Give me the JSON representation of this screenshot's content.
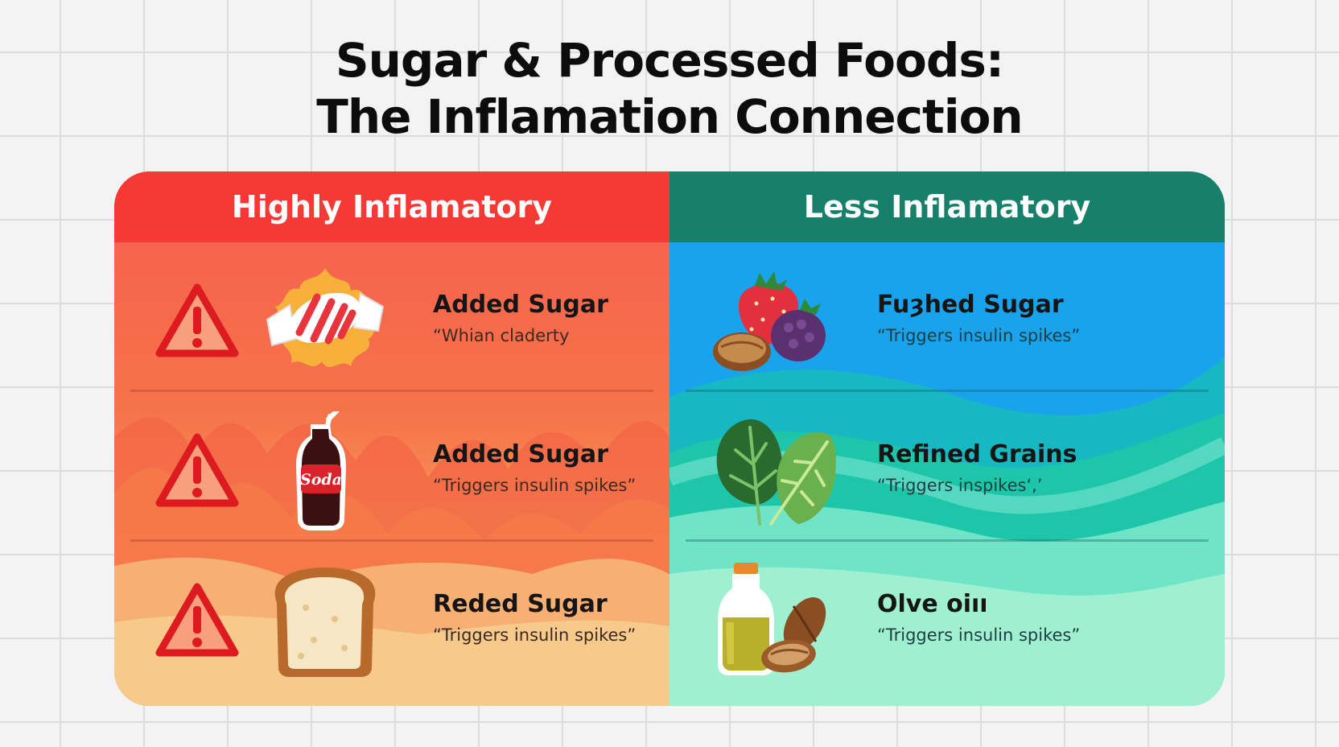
{
  "title_line1": "Sugar & Processed Foods:",
  "title_line2": "The Inflamation Connection",
  "left_panel": {
    "header": "Highly Inflamatory",
    "color": "#f53a35",
    "items": [
      {
        "icon": "candy-icon",
        "name": "Added Sugar",
        "desc": "“Whian claderty"
      },
      {
        "icon": "soda-bottle-icon",
        "name": "Added Sugar",
        "desc": "“Triggers insulin spikes”",
        "label": "Soda"
      },
      {
        "icon": "bread-icon",
        "name": "Reded Sugar",
        "desc": "“Triggers insulin spikes”"
      }
    ]
  },
  "right_panel": {
    "header": "Less Inflamatory",
    "color": "#16806a",
    "items": [
      {
        "icon": "berries-nuts-icon",
        "name": "Fuȝhed Sugar",
        "desc": "“Triggers insulin spikes”"
      },
      {
        "icon": "leafy-greens-icon",
        "name": "Refined Grains",
        "desc": "“Triggers inspikes‘,’"
      },
      {
        "icon": "olive-oil-almond-icon",
        "name": "Olve oiıı",
        "desc": "“Triggers insulin spikes”"
      }
    ]
  }
}
